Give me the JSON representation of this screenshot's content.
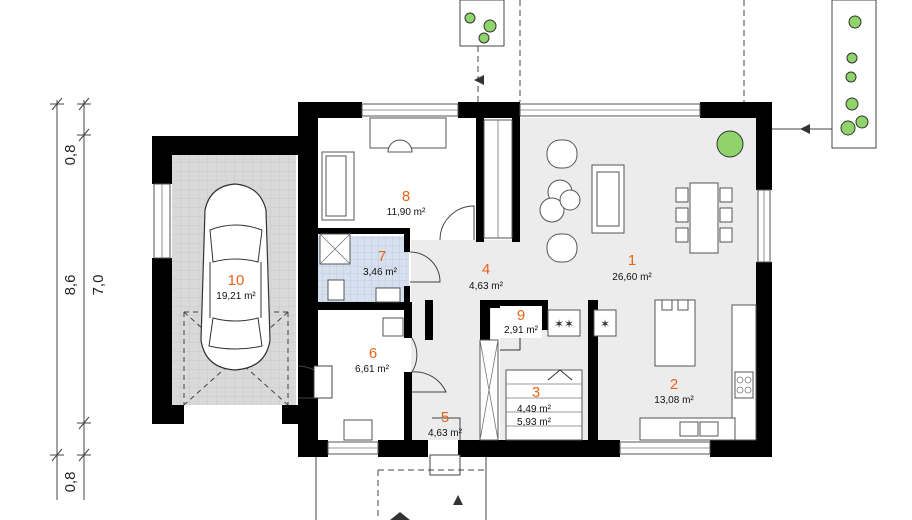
{
  "rooms": [
    {
      "num": "1",
      "area": "26,60 m²"
    },
    {
      "num": "2",
      "area": "13,08 m²"
    },
    {
      "num": "3",
      "area": "4,49 m²",
      "area2": "5,93 m²"
    },
    {
      "num": "4",
      "area": "4,63 m²"
    },
    {
      "num": "5",
      "area": "4,63 m²"
    },
    {
      "num": "6",
      "area": "6,61 m²"
    },
    {
      "num": "7",
      "area": "3,46 m²"
    },
    {
      "num": "8",
      "area": "11,90 m²"
    },
    {
      "num": "9",
      "area": "2,91 m²"
    },
    {
      "num": "10",
      "area": "19,21 m²"
    }
  ],
  "dimensions": {
    "total": "8,6",
    "inner": "7,0",
    "top_offset": "0,8",
    "bottom_offset": "0,8"
  },
  "colors": {
    "wall": "#000000",
    "garage_floor": "#d9d9d9",
    "living_floor": "#ececec",
    "bath_floor": "#d6e0ee",
    "room_number": "#e8641a",
    "plant": "#8fd36a"
  }
}
